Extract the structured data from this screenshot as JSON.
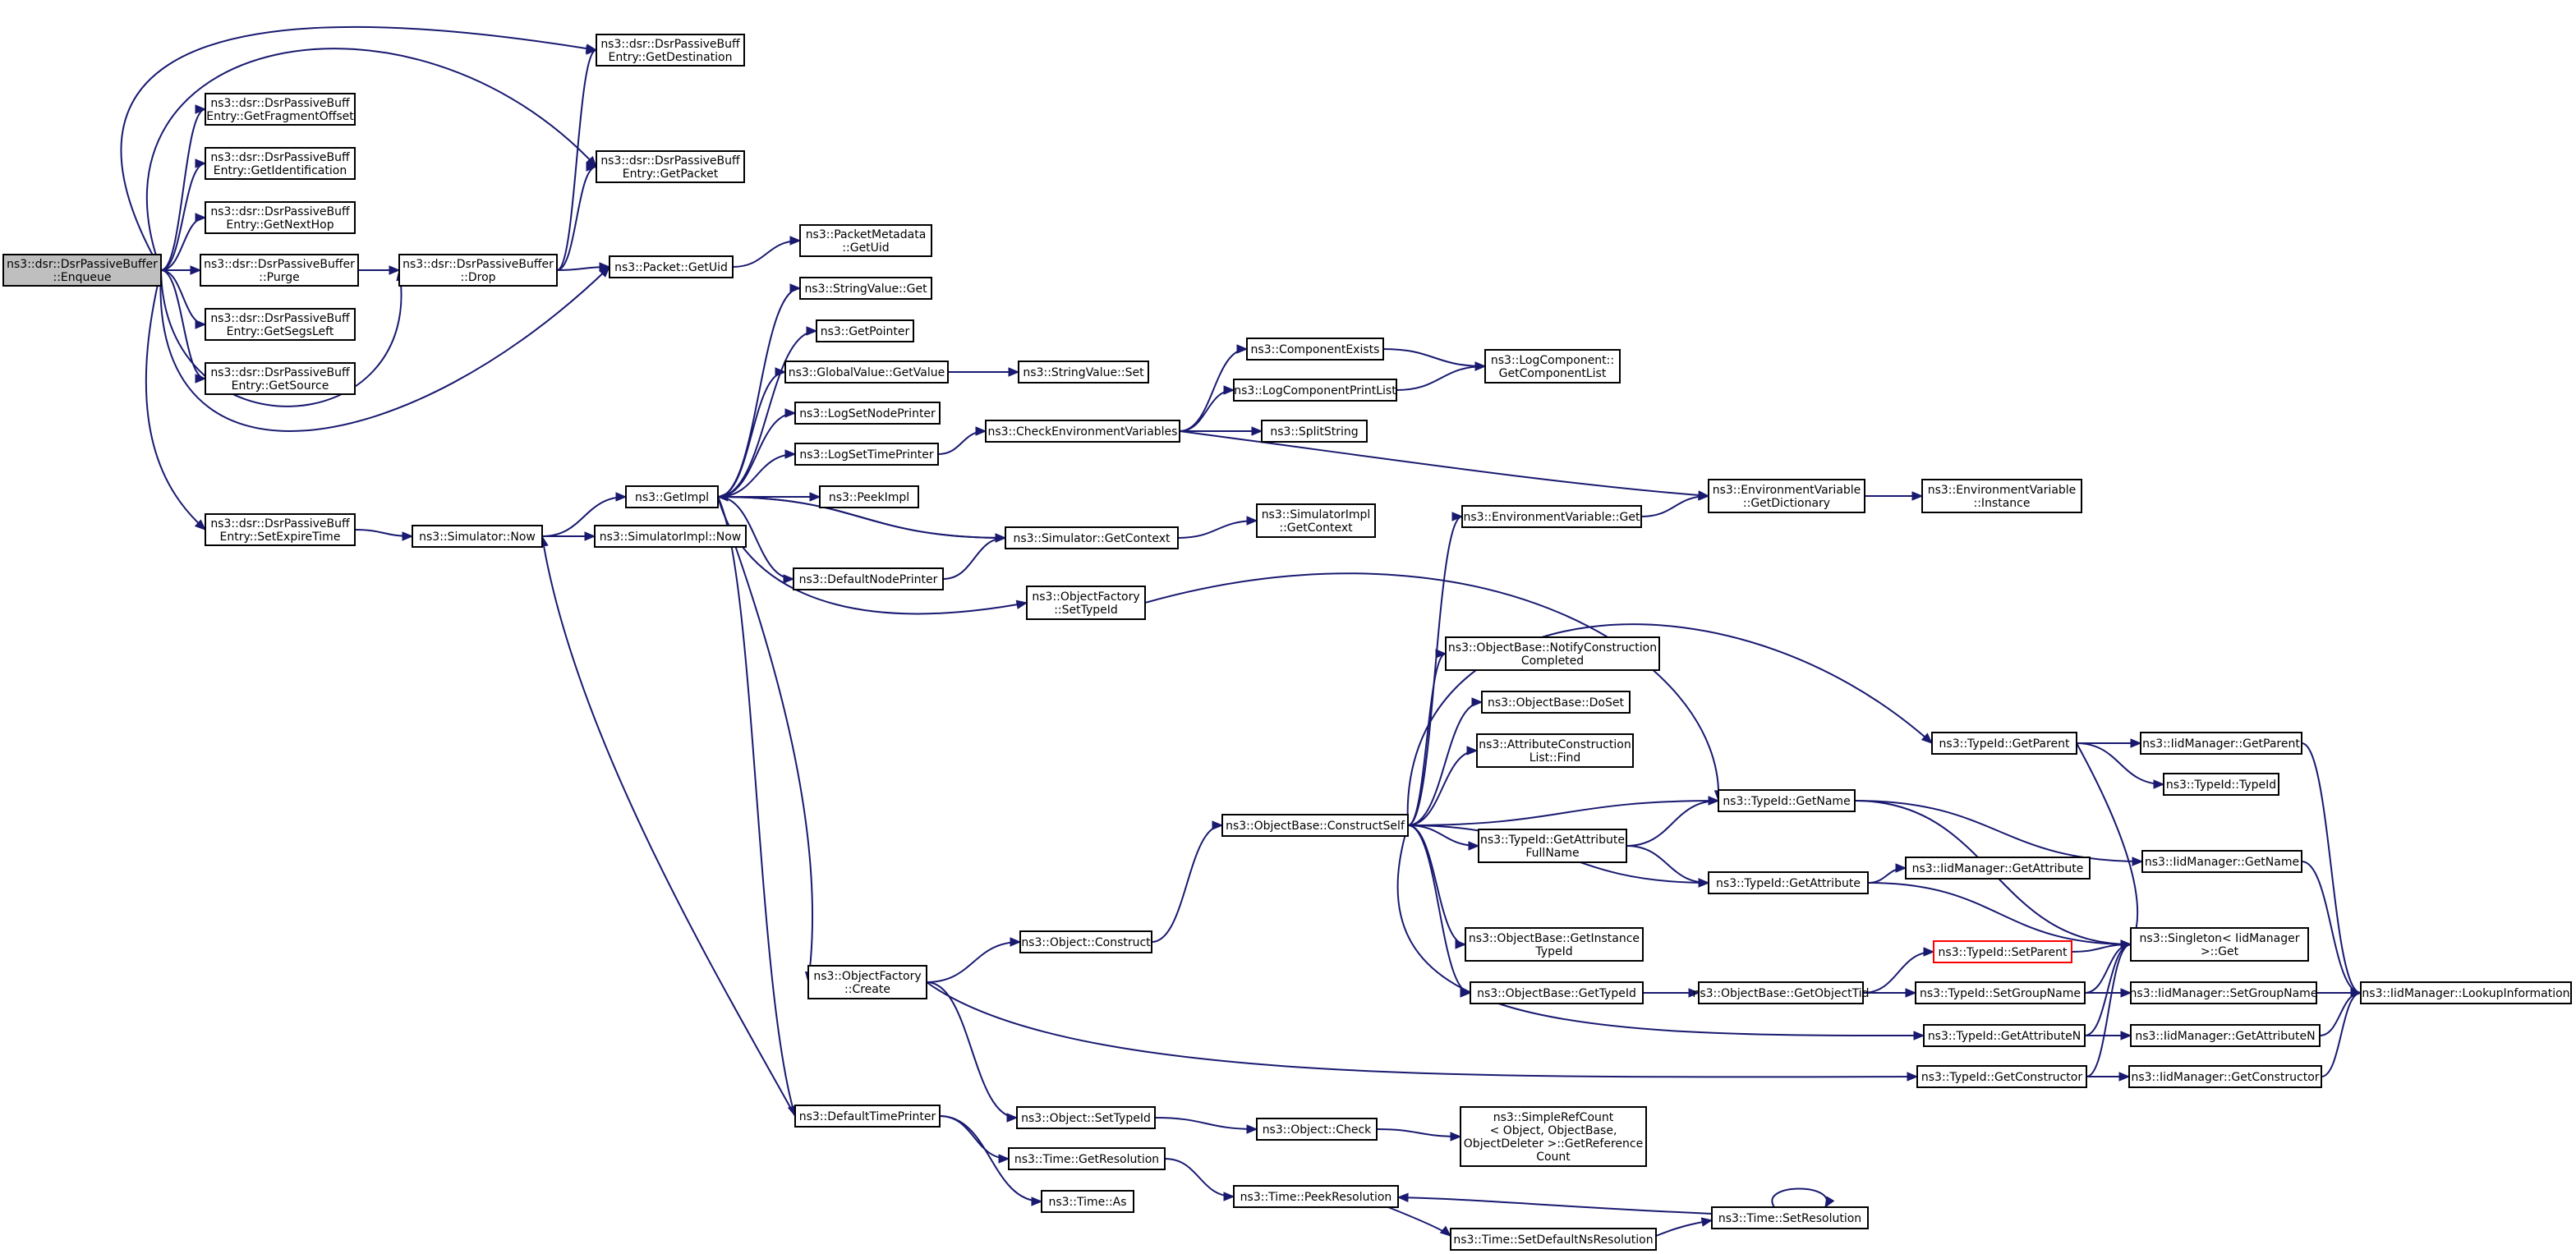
{
  "diagram": {
    "type": "call-graph",
    "colors": {
      "edge": "#191970",
      "root_fill": "#bfbfbf",
      "node_border": "#000000",
      "highlight_border": "#ff0000"
    },
    "nodes": [
      {
        "id": "enqueue",
        "lines": [
          "ns3::dsr::DsrPassiveBuffer",
          "::Enqueue"
        ],
        "root": true
      },
      {
        "id": "getdest",
        "lines": [
          "ns3::dsr::DsrPassiveBuff",
          "Entry::GetDestination"
        ]
      },
      {
        "id": "getfrag",
        "lines": [
          "ns3::dsr::DsrPassiveBuff",
          "Entry::GetFragmentOffset"
        ]
      },
      {
        "id": "getident",
        "lines": [
          "ns3::dsr::DsrPassiveBuff",
          "Entry::GetIdentification"
        ]
      },
      {
        "id": "getnexthop",
        "lines": [
          "ns3::dsr::DsrPassiveBuff",
          "Entry::GetNextHop"
        ]
      },
      {
        "id": "purge",
        "lines": [
          "ns3::dsr::DsrPassiveBuffer",
          "::Purge"
        ]
      },
      {
        "id": "getsegs",
        "lines": [
          "ns3::dsr::DsrPassiveBuff",
          "Entry::GetSegsLeft"
        ]
      },
      {
        "id": "getsource",
        "lines": [
          "ns3::dsr::DsrPassiveBuff",
          "Entry::GetSource"
        ]
      },
      {
        "id": "setexpire",
        "lines": [
          "ns3::dsr::DsrPassiveBuff",
          "Entry::SetExpireTime"
        ]
      },
      {
        "id": "getpacket",
        "lines": [
          "ns3::dsr::DsrPassiveBuff",
          "Entry::GetPacket"
        ]
      },
      {
        "id": "drop",
        "lines": [
          "ns3::dsr::DsrPassiveBuffer",
          "::Drop"
        ]
      },
      {
        "id": "packetgetuid",
        "lines": [
          "ns3::Packet::GetUid"
        ]
      },
      {
        "id": "pmgetuid",
        "lines": [
          "ns3::PacketMetadata",
          "::GetUid"
        ]
      },
      {
        "id": "simnow",
        "lines": [
          "ns3::Simulator::Now"
        ]
      },
      {
        "id": "simimplnow",
        "lines": [
          "ns3::SimulatorImpl::Now"
        ]
      },
      {
        "id": "getimpl",
        "lines": [
          "ns3::GetImpl"
        ]
      },
      {
        "id": "strvalget",
        "lines": [
          "ns3::StringValue::Get"
        ]
      },
      {
        "id": "getpointer",
        "lines": [
          "ns3::GetPointer"
        ]
      },
      {
        "id": "gvgetvalue",
        "lines": [
          "ns3::GlobalValue::GetValue"
        ]
      },
      {
        "id": "strvalset",
        "lines": [
          "ns3::StringValue::Set"
        ]
      },
      {
        "id": "logsetnode",
        "lines": [
          "ns3::LogSetNodePrinter"
        ]
      },
      {
        "id": "logsettime",
        "lines": [
          "ns3::LogSetTimePrinter"
        ]
      },
      {
        "id": "checkenv",
        "lines": [
          "ns3::CheckEnvironmentVariables"
        ]
      },
      {
        "id": "compexists",
        "lines": [
          "ns3::ComponentExists"
        ]
      },
      {
        "id": "logcompprint",
        "lines": [
          "ns3::LogComponentPrintList"
        ]
      },
      {
        "id": "splitstring",
        "lines": [
          "ns3::SplitString"
        ]
      },
      {
        "id": "getcomplist",
        "lines": [
          "ns3::LogComponent::",
          "GetComponentList"
        ]
      },
      {
        "id": "peekimpl",
        "lines": [
          "ns3::PeekImpl"
        ]
      },
      {
        "id": "simgetctx",
        "lines": [
          "ns3::Simulator::GetContext"
        ]
      },
      {
        "id": "simimplgetctx",
        "lines": [
          "ns3::SimulatorImpl",
          "::GetContext"
        ]
      },
      {
        "id": "defnodeprinter",
        "lines": [
          "ns3::DefaultNodePrinter"
        ]
      },
      {
        "id": "envget",
        "lines": [
          "ns3::EnvironmentVariable::Get"
        ]
      },
      {
        "id": "envgetdict",
        "lines": [
          "ns3::EnvironmentVariable",
          "::GetDictionary"
        ]
      },
      {
        "id": "envinstance",
        "lines": [
          "ns3::EnvironmentVariable",
          "::Instance"
        ]
      },
      {
        "id": "ofsettypeid",
        "lines": [
          "ns3::ObjectFactory",
          "::SetTypeId"
        ]
      },
      {
        "id": "obnotify",
        "lines": [
          "ns3::ObjectBase::NotifyConstruction",
          "Completed"
        ]
      },
      {
        "id": "obdoset",
        "lines": [
          "ns3::ObjectBase::DoSet"
        ]
      },
      {
        "id": "acfind",
        "lines": [
          "ns3::AttributeConstruction",
          "List::Find"
        ]
      },
      {
        "id": "typeidgetparent",
        "lines": [
          "ns3::TypeId::GetParent"
        ]
      },
      {
        "id": "iidgetparent",
        "lines": [
          "ns3::IidManager::GetParent"
        ]
      },
      {
        "id": "typeidtypeid",
        "lines": [
          "ns3::TypeId::TypeId"
        ]
      },
      {
        "id": "obconstructself",
        "lines": [
          "ns3::ObjectBase::ConstructSelf"
        ]
      },
      {
        "id": "typeidgetname",
        "lines": [
          "ns3::TypeId::GetName"
        ]
      },
      {
        "id": "iidgetname",
        "lines": [
          "ns3::IidManager::GetName"
        ]
      },
      {
        "id": "typeidgetattrfull",
        "lines": [
          "ns3::TypeId::GetAttribute",
          "FullName"
        ]
      },
      {
        "id": "typeidgetattr",
        "lines": [
          "ns3::TypeId::GetAttribute"
        ]
      },
      {
        "id": "iidgetattr",
        "lines": [
          "ns3::IidManager::GetAttribute"
        ]
      },
      {
        "id": "obgetinsttypeid",
        "lines": [
          "ns3::ObjectBase::GetInstance",
          "TypeId"
        ]
      },
      {
        "id": "typeidsetparent",
        "lines": [
          "ns3::TypeId::SetParent"
        ],
        "highlight": true
      },
      {
        "id": "singletonget",
        "lines": [
          "ns3::Singleton< IidManager",
          " >::Get"
        ]
      },
      {
        "id": "objconstruct",
        "lines": [
          "ns3::Object::Construct"
        ]
      },
      {
        "id": "ofcreate",
        "lines": [
          "ns3::ObjectFactory",
          "::Create"
        ]
      },
      {
        "id": "obgettypeid",
        "lines": [
          "ns3::ObjectBase::GetTypeId"
        ]
      },
      {
        "id": "obgetobjtid",
        "lines": [
          "ns3::ObjectBase::GetObjectTid"
        ]
      },
      {
        "id": "typeidsetgroup",
        "lines": [
          "ns3::TypeId::SetGroupName"
        ]
      },
      {
        "id": "iidsetgroup",
        "lines": [
          "ns3::IidManager::SetGroupName"
        ]
      },
      {
        "id": "iidlookup",
        "lines": [
          "ns3::IidManager::LookupInformation"
        ]
      },
      {
        "id": "typeidgetattrn",
        "lines": [
          "ns3::TypeId::GetAttributeN"
        ]
      },
      {
        "id": "iidgetattrn",
        "lines": [
          "ns3::IidManager::GetAttributeN"
        ]
      },
      {
        "id": "typeidgetctor",
        "lines": [
          "ns3::TypeId::GetConstructor"
        ]
      },
      {
        "id": "iidgetctor",
        "lines": [
          "ns3::IidManager::GetConstructor"
        ]
      },
      {
        "id": "deftimeprinter",
        "lines": [
          "ns3::DefaultTimePrinter"
        ]
      },
      {
        "id": "objsettypeid",
        "lines": [
          "ns3::Object::SetTypeId"
        ]
      },
      {
        "id": "objcheck",
        "lines": [
          "ns3::Object::Check"
        ]
      },
      {
        "id": "simplerefcount",
        "lines": [
          "ns3::SimpleRefCount",
          "< Object, ObjectBase,",
          " ObjectDeleter >::GetReference",
          "Count"
        ]
      },
      {
        "id": "timegetres",
        "lines": [
          "ns3::Time::GetResolution"
        ]
      },
      {
        "id": "timeas",
        "lines": [
          "ns3::Time::As"
        ]
      },
      {
        "id": "timepeekres",
        "lines": [
          "ns3::Time::PeekResolution"
        ]
      },
      {
        "id": "timesetres",
        "lines": [
          "ns3::Time::SetResolution"
        ]
      },
      {
        "id": "timesetdefns",
        "lines": [
          "ns3::Time::SetDefaultNsResolution"
        ]
      }
    ],
    "edges": [
      [
        "enqueue",
        "getdest"
      ],
      [
        "enqueue",
        "getfrag"
      ],
      [
        "enqueue",
        "getident"
      ],
      [
        "enqueue",
        "getnexthop"
      ],
      [
        "enqueue",
        "purge"
      ],
      [
        "enqueue",
        "getsegs"
      ],
      [
        "enqueue",
        "getsource"
      ],
      [
        "enqueue",
        "setexpire"
      ],
      [
        "enqueue",
        "getpacket"
      ],
      [
        "enqueue",
        "drop"
      ],
      [
        "enqueue",
        "packetgetuid"
      ],
      [
        "purge",
        "drop"
      ],
      [
        "drop",
        "getdest"
      ],
      [
        "drop",
        "getpacket"
      ],
      [
        "drop",
        "packetgetuid"
      ],
      [
        "packetgetuid",
        "pmgetuid"
      ],
      [
        "setexpire",
        "simnow"
      ],
      [
        "simnow",
        "simimplnow"
      ],
      [
        "simnow",
        "getimpl"
      ],
      [
        "getimpl",
        "strvalget"
      ],
      [
        "getimpl",
        "getpointer"
      ],
      [
        "getimpl",
        "gvgetvalue"
      ],
      [
        "getimpl",
        "logsetnode"
      ],
      [
        "getimpl",
        "logsettime"
      ],
      [
        "getimpl",
        "peekimpl"
      ],
      [
        "getimpl",
        "simgetctx"
      ],
      [
        "getimpl",
        "defnodeprinter"
      ],
      [
        "getimpl",
        "ofsettypeid"
      ],
      [
        "getimpl",
        "ofcreate"
      ],
      [
        "getimpl",
        "deftimeprinter"
      ],
      [
        "gvgetvalue",
        "strvalset"
      ],
      [
        "logsettime",
        "checkenv"
      ],
      [
        "defnodeprinter",
        "simgetctx"
      ],
      [
        "simgetctx",
        "getimpl"
      ],
      [
        "simgetctx",
        "simimplgetctx"
      ],
      [
        "checkenv",
        "compexists"
      ],
      [
        "checkenv",
        "logcompprint"
      ],
      [
        "checkenv",
        "splitstring"
      ],
      [
        "checkenv",
        "envgetdict"
      ],
      [
        "compexists",
        "getcomplist"
      ],
      [
        "logcompprint",
        "getcomplist"
      ],
      [
        "envget",
        "envgetdict"
      ],
      [
        "envgetdict",
        "envinstance"
      ],
      [
        "ofsettypeid",
        "typeidgetname"
      ],
      [
        "ofcreate",
        "objconstruct"
      ],
      [
        "ofcreate",
        "objsettypeid"
      ],
      [
        "ofcreate",
        "typeidgetctor"
      ],
      [
        "objconstruct",
        "obconstructself"
      ],
      [
        "obconstructself",
        "envget"
      ],
      [
        "obconstructself",
        "typeidgetparent"
      ],
      [
        "obconstructself",
        "obnotify"
      ],
      [
        "obconstructself",
        "obdoset"
      ],
      [
        "obconstructself",
        "acfind"
      ],
      [
        "obconstructself",
        "typeidgetname"
      ],
      [
        "obconstructself",
        "typeidgetattrfull"
      ],
      [
        "obconstructself",
        "typeidgetattr"
      ],
      [
        "obconstructself",
        "obgetinsttypeid"
      ],
      [
        "obconstructself",
        "obgettypeid"
      ],
      [
        "obconstructself",
        "typeidgetattrn"
      ],
      [
        "typeidgetattrfull",
        "typeidgetname"
      ],
      [
        "typeidgetattrfull",
        "typeidgetattr"
      ],
      [
        "typeidgetparent",
        "iidgetparent"
      ],
      [
        "typeidgetparent",
        "typeidtypeid"
      ],
      [
        "typeidgetparent",
        "singletonget"
      ],
      [
        "typeidgetname",
        "iidgetname"
      ],
      [
        "typeidgetname",
        "singletonget"
      ],
      [
        "typeidgetattr",
        "iidgetattr"
      ],
      [
        "typeidgetattr",
        "singletonget"
      ],
      [
        "iidgetparent",
        "iidlookup"
      ],
      [
        "iidgetname",
        "iidlookup"
      ],
      [
        "obgettypeid",
        "obgetobjtid"
      ],
      [
        "obgetobjtid",
        "typeidsetparent"
      ],
      [
        "obgetobjtid",
        "typeidsetgroup"
      ],
      [
        "typeidsetparent",
        "singletonget"
      ],
      [
        "typeidsetgroup",
        "singletonget"
      ],
      [
        "typeidsetgroup",
        "iidsetgroup"
      ],
      [
        "iidsetgroup",
        "iidlookup"
      ],
      [
        "typeidgetattrn",
        "singletonget"
      ],
      [
        "typeidgetattrn",
        "iidgetattrn"
      ],
      [
        "iidgetattrn",
        "iidlookup"
      ],
      [
        "typeidgetctor",
        "singletonget"
      ],
      [
        "typeidgetctor",
        "iidgetctor"
      ],
      [
        "iidgetctor",
        "iidlookup"
      ],
      [
        "objsettypeid",
        "objcheck"
      ],
      [
        "objcheck",
        "simplerefcount"
      ],
      [
        "deftimeprinter",
        "simnow"
      ],
      [
        "deftimeprinter",
        "timegetres"
      ],
      [
        "deftimeprinter",
        "timeas"
      ],
      [
        "timegetres",
        "timepeekres"
      ],
      [
        "timepeekres",
        "timesetdefns"
      ],
      [
        "timesetdefns",
        "timesetres"
      ],
      [
        "timesetres",
        "timepeekres"
      ],
      [
        "timesetres",
        "timesetres"
      ]
    ]
  }
}
